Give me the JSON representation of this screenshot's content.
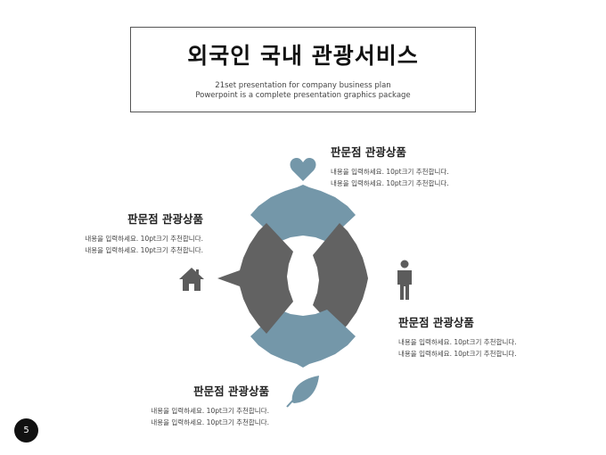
{
  "title": {
    "main": "외국인 국내 관광서비스",
    "sub_line1": "21set presentation for company business plan",
    "sub_line2": "Powerpoint is a complete presentation graphics package"
  },
  "items": [
    {
      "heading": "판문점 관광상품",
      "line1": "내용을 입력하세요. 10pt크기 추천합니다.",
      "line2": "내용을 입력하세요. 10pt크기 추천합니다.",
      "icon": "heart-icon"
    },
    {
      "heading": "판문점 관광상품",
      "line1": "내용을 입력하세요. 10pt크기 추천합니다.",
      "line2": "내용을 입력하세요. 10pt크기 추천합니다.",
      "icon": "person-icon"
    },
    {
      "heading": "판문점 관광상품",
      "line1": "내용을 입력하세요. 10pt크기 추천합니다.",
      "line2": "내용을 입력하세요. 10pt크기 추천합니다.",
      "icon": "leaf-icon"
    },
    {
      "heading": "판문점 관광상품",
      "line1": "내용을 입력하세요. 10pt크기 추천합니다.",
      "line2": "내용을 입력하세요. 10pt크기 추천합니다.",
      "icon": "house-icon"
    }
  ],
  "colors": {
    "blue_segment": "#7497a9",
    "gray_segment": "#626262",
    "icon": "#5c5c5c"
  },
  "page_number": "5"
}
